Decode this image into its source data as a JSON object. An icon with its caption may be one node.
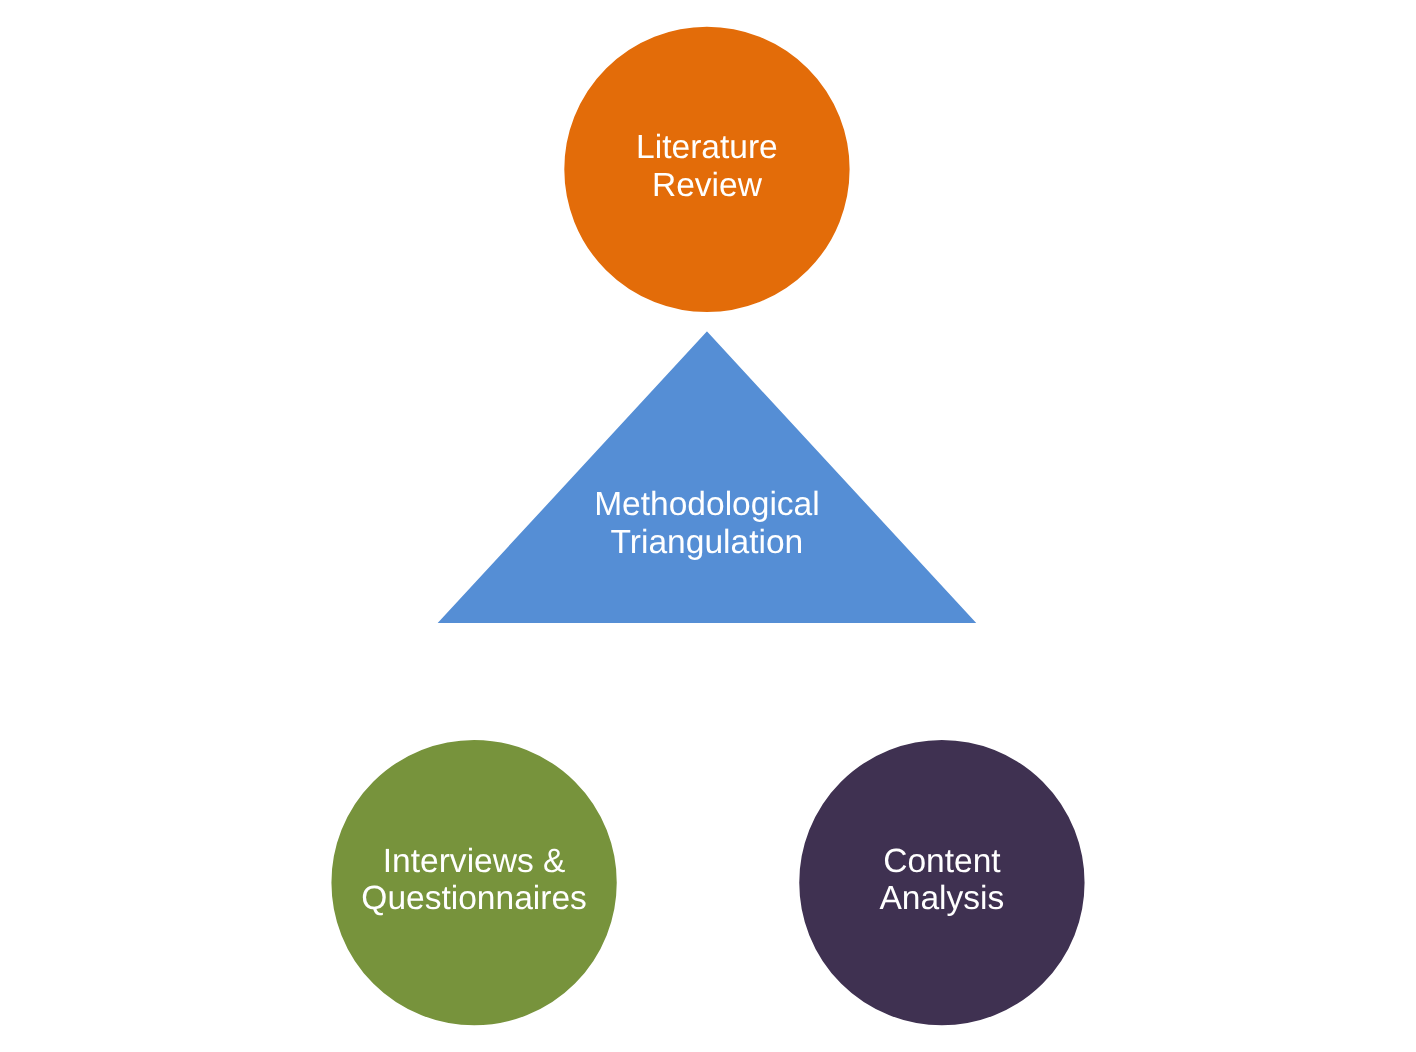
{
  "diagram": {
    "nodes": [
      {
        "text": [
          "Literature Review"
        ]
      },
      {
        "text": [
          "Methodological Triangulation"
        ]
      },
      {
        "text": [
          "Interviews & Questionnaires"
        ]
      },
      {
        "text": [
          "Content Analysis"
        ]
      }
    ]
  }
}
